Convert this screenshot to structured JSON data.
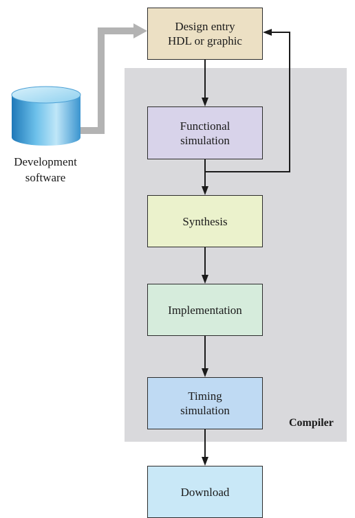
{
  "compiler": {
    "label": "Compiler"
  },
  "database": {
    "label_line1": "Development",
    "label_line2": "software"
  },
  "steps": {
    "design_entry": {
      "line1": "Design entry",
      "line2": "HDL or graphic"
    },
    "functional_simulation": {
      "line1": "Functional",
      "line2": "simulation"
    },
    "synthesis": {
      "line1": "Synthesis"
    },
    "implementation": {
      "line1": "Implementation"
    },
    "timing_simulation": {
      "line1": "Timing",
      "line2": "simulation"
    },
    "download": {
      "line1": "Download"
    }
  },
  "colors": {
    "compiler_panel": "#d9d9dc",
    "design_entry": "#ece0c4",
    "functional_simulation": "#d8d3ea",
    "synthesis": "#ebf2cc",
    "implementation": "#d6ecdc",
    "timing_simulation": "#bfdaf3",
    "download": "#c9e8f7",
    "database": "#4aa3d9",
    "gray_arrow": "#b3b3b3"
  }
}
